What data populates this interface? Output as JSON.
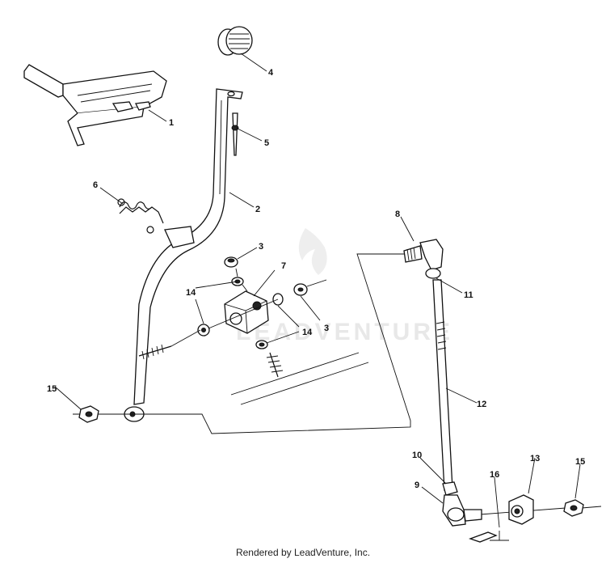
{
  "footer": {
    "credit": "Rendered by LeadVenture, Inc."
  },
  "watermark": {
    "text": "LEADVENTURE"
  },
  "callouts": [
    {
      "id": "c1",
      "label": "1"
    },
    {
      "id": "c2",
      "label": "2"
    },
    {
      "id": "c3a",
      "label": "3"
    },
    {
      "id": "c3b",
      "label": "3"
    },
    {
      "id": "c4",
      "label": "4"
    },
    {
      "id": "c5",
      "label": "5"
    },
    {
      "id": "c6",
      "label": "6"
    },
    {
      "id": "c7",
      "label": "7"
    },
    {
      "id": "c8",
      "label": "8"
    },
    {
      "id": "c9",
      "label": "9"
    },
    {
      "id": "c10",
      "label": "10"
    },
    {
      "id": "c11",
      "label": "11"
    },
    {
      "id": "c12",
      "label": "12"
    },
    {
      "id": "c13",
      "label": "13"
    },
    {
      "id": "c14a",
      "label": "14"
    },
    {
      "id": "c14b",
      "label": "14"
    },
    {
      "id": "c15a",
      "label": "15"
    },
    {
      "id": "c15b",
      "label": "15"
    },
    {
      "id": "c16",
      "label": "16"
    }
  ]
}
